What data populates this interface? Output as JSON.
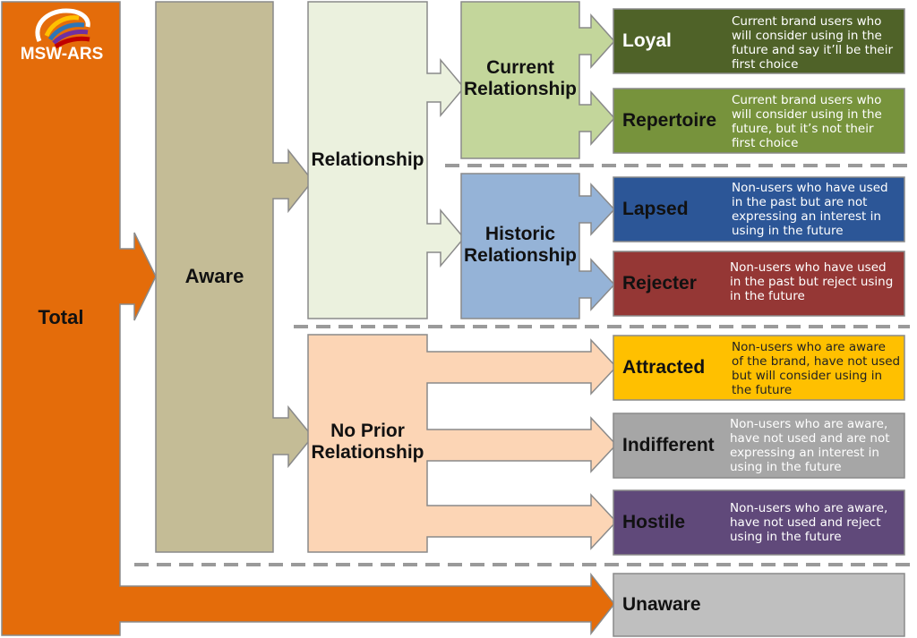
{
  "logo": {
    "text": "MSW-ARS"
  },
  "colors": {
    "total": "#E46C0A",
    "aware": "#C4BC96",
    "relationship": "#EBF1DE",
    "no_prior": "#FCD5B5",
    "current": "#C3D69B",
    "historic": "#95B3D7",
    "loyal": "#4F6228",
    "repertoire": "#77933C",
    "lapsed": "#2C5697",
    "rejecter": "#953735",
    "attracted": "#FFC000",
    "indifferent": "#A6A6A6",
    "hostile": "#60497A",
    "unaware": "#BFBFBF"
  },
  "nodes": {
    "total": "Total",
    "aware": "Aware",
    "relationship": "Relationship",
    "no_prior_line1": "No Prior",
    "no_prior_line2": "Relationship",
    "current_line1": "Current",
    "current_line2": "Relationship",
    "historic_line1": "Historic",
    "historic_line2": "Relationship"
  },
  "segments": [
    {
      "id": "loyal",
      "label": "Loyal",
      "description": [
        "Current brand users who",
        "will consider using in the",
        "future and say it’ll be their",
        "first choice"
      ]
    },
    {
      "id": "repertoire",
      "label": "Repertoire",
      "description": [
        "Current brand users who",
        "will consider using in the",
        "future, but it’s not their",
        "first choice"
      ]
    },
    {
      "id": "lapsed",
      "label": "Lapsed",
      "description": [
        "Non-users who have used",
        "in the past but are not",
        "expressing an interest in",
        "using in the future"
      ]
    },
    {
      "id": "rejecter",
      "label": "Rejecter",
      "description": [
        "Non-users who have used",
        "in the past but reject using",
        "in the future"
      ]
    },
    {
      "id": "attracted",
      "label": "Attracted",
      "description": [
        "Non-users who are aware",
        "of the brand, have not used",
        "but will consider using in",
        "the future"
      ]
    },
    {
      "id": "indifferent",
      "label": "Indifferent",
      "description": [
        "Non-users who are aware,",
        "have not used and are not",
        "expressing an interest in",
        "using in the future"
      ]
    },
    {
      "id": "hostile",
      "label": "Hostile",
      "description": [
        "Non-users who are aware,",
        "have not used and reject",
        "using in the future"
      ]
    },
    {
      "id": "unaware",
      "label": "Unaware",
      "description": []
    }
  ]
}
